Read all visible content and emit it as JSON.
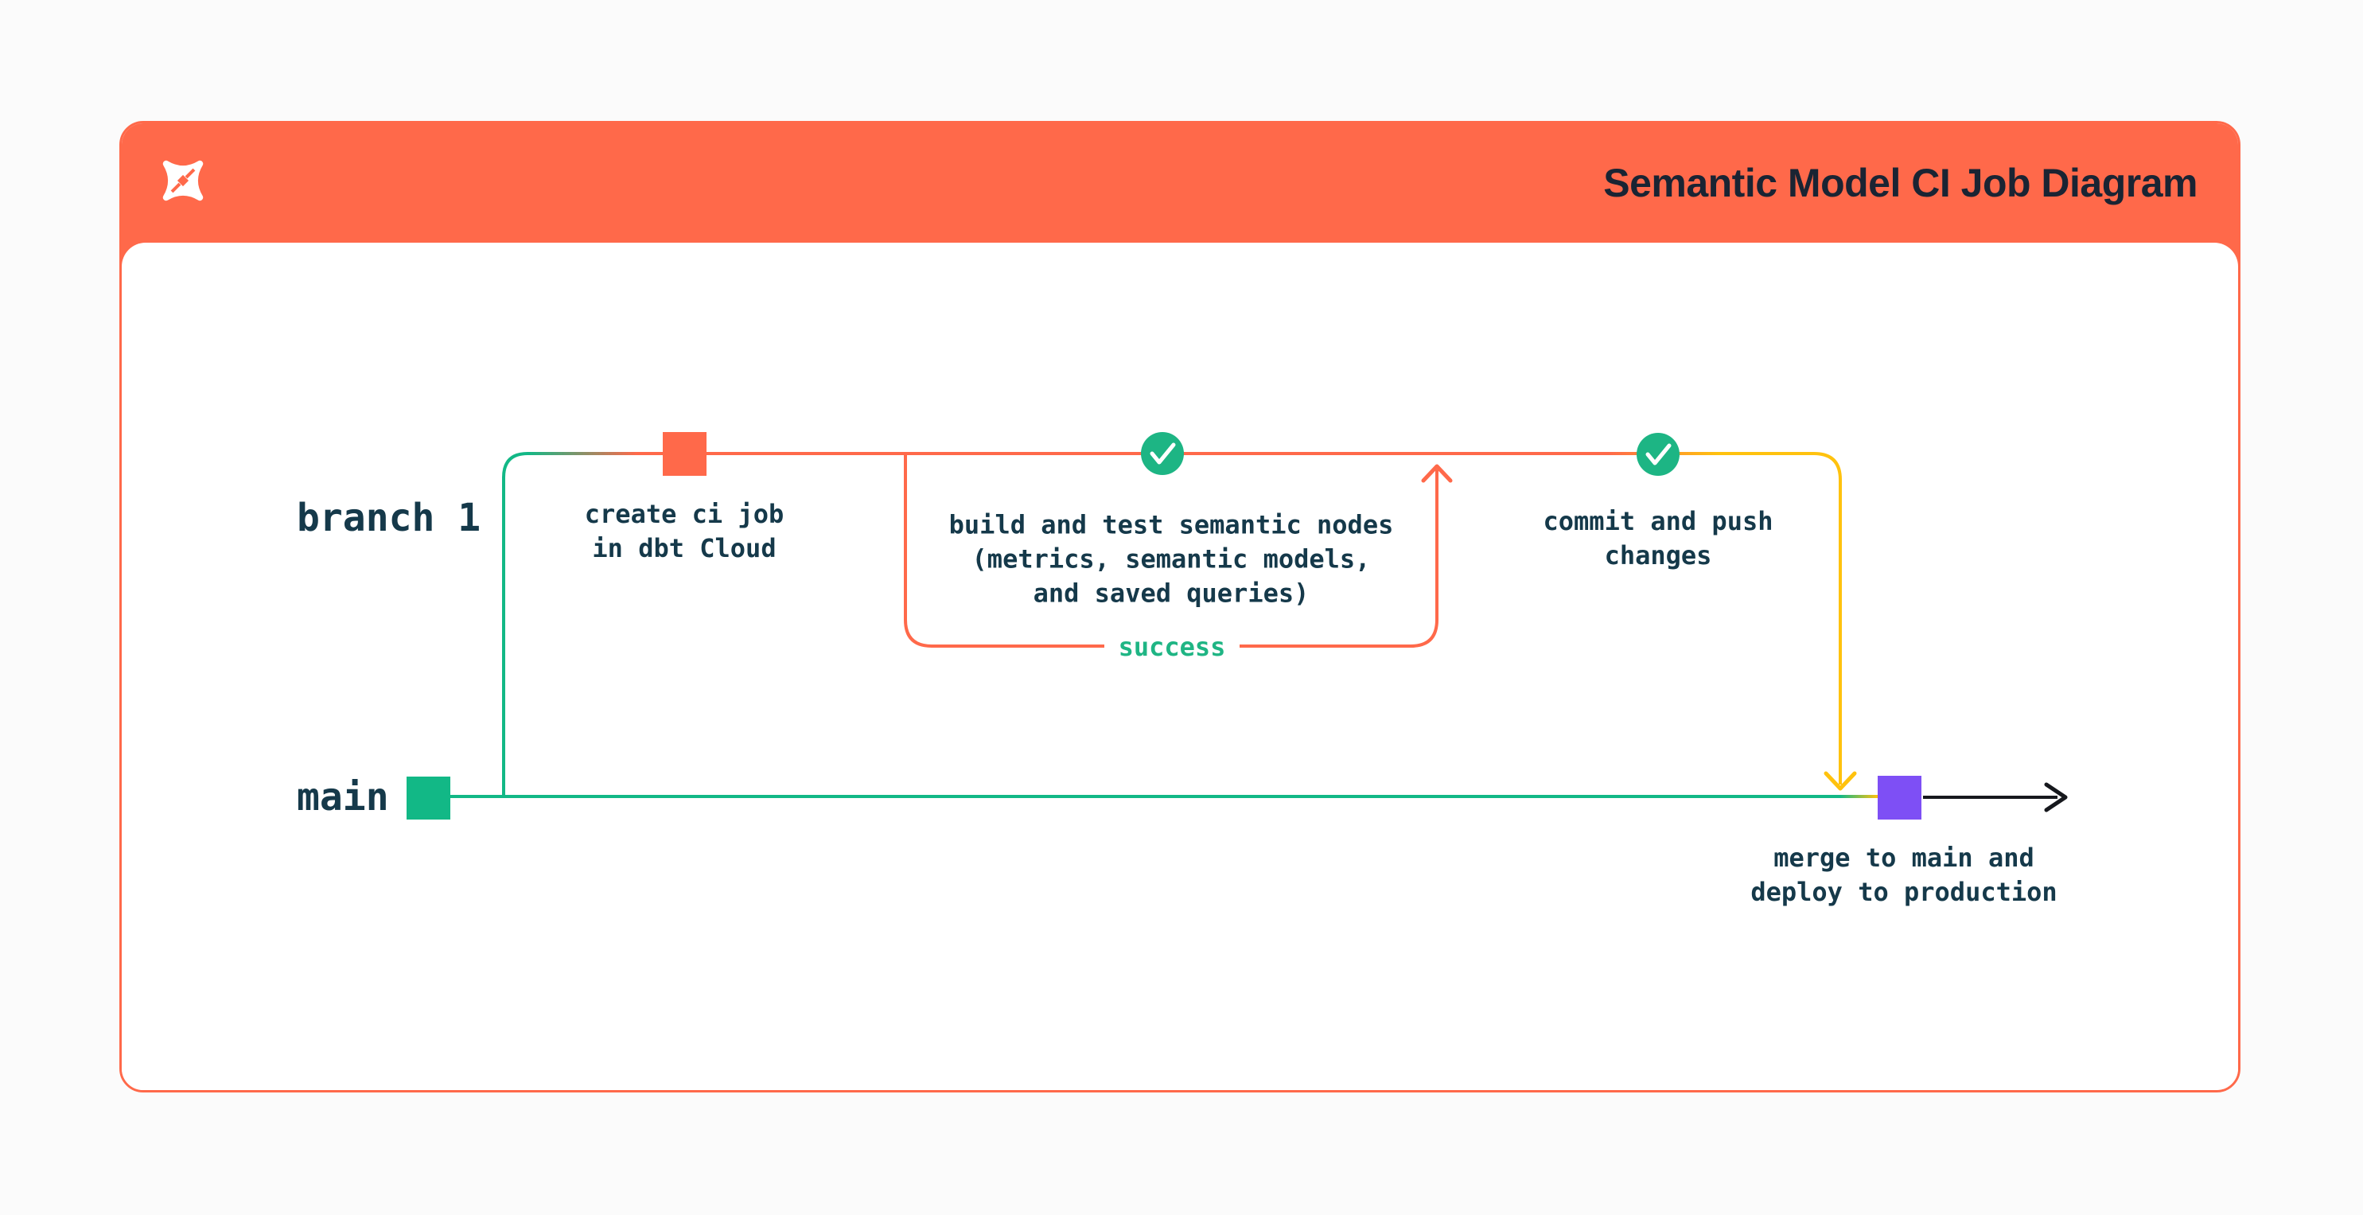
{
  "header": {
    "title": "Semantic Model CI Job Diagram",
    "logo": "dbt-logo",
    "background_color": "#ff694a",
    "title_color": "#1a2433"
  },
  "diagram": {
    "branch_label": "branch 1",
    "main_label": "main",
    "success_label": "success",
    "nodes": [
      {
        "id": "create-ci-job",
        "type": "commit-square",
        "color": "#ff694a",
        "label": "create ci job\nin dbt Cloud"
      },
      {
        "id": "build-and-test",
        "type": "check-circle",
        "color": "#1db584",
        "label": "build and test semantic nodes\n(metrics, semantic models,\nand saved queries)"
      },
      {
        "id": "commit-and-push",
        "type": "check-circle",
        "color": "#1db584",
        "label": "commit and push\nchanges"
      },
      {
        "id": "merge-deploy",
        "type": "merge-square",
        "color": "#7e4ff5",
        "label": "merge to main and\ndeploy to production"
      }
    ],
    "colors": {
      "orange": "#ff694a",
      "green": "#12b886",
      "check_green": "#1db584",
      "yellow": "#ffc20e",
      "purple": "#7e4ff5",
      "label_navy": "#15394a",
      "arrow_black": "#16181d"
    }
  }
}
